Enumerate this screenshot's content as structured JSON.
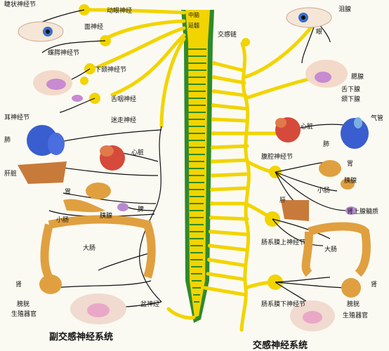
{
  "left_labels": {
    "ciliary_ganglion": "睫状神经节",
    "oculomotor": "动眼神经",
    "facial": "面神经",
    "pterygopalatine": "蝶腭神经节",
    "submandibular": "下颌神经节",
    "glossopharyngeal": "舌咽神经",
    "otic": "耳神经节",
    "vagus": "迷走神经",
    "lung": "肺",
    "heart": "心脏",
    "liver": "肝脏",
    "stomach": "胃",
    "spleen": "脾",
    "small_intestine": "小肠",
    "pancreas": "胰腺",
    "large_intestine": "大肠",
    "kidney": "肾",
    "bladder": "膀胱",
    "reproductive": "生殖器官",
    "pelvic": "盆神经"
  },
  "cord_labels": {
    "midbrain": "中脑",
    "medulla": "延髓"
  },
  "right_labels": {
    "sympathetic_chain": "交感链",
    "lacrimal": "泪腺",
    "eye": "眼",
    "parotid": "腮腺",
    "submandibular_gland": "舌下腺",
    "sublingual": "颌下腺",
    "trachea": "气管",
    "heart": "心脏",
    "lung": "肺",
    "celiac": "腹腔神经节",
    "stomach": "胃",
    "pancreas": "胰腺",
    "liver": "肝",
    "small_intestine": "小肠",
    "adrenal": "肾上腺髓质",
    "sup_mesenteric": "肠系膜上神经节",
    "large_intestine": "大肠",
    "inf_mesenteric": "肠系膜下神经节",
    "kidney": "肾",
    "bladder": "膀胱",
    "reproductive": "生殖器官"
  },
  "titles": {
    "left": "副交感神经系统",
    "right": "交感神经系统"
  },
  "colors": {
    "nerve": "#f2d400",
    "cord_green": "#2f8a2a",
    "fiber": "#111111",
    "organ_pink": "#e9a8c8",
    "organ_blue": "#3a5ecf",
    "organ_orange": "#e0a040",
    "organ_red": "#d54a3a"
  }
}
